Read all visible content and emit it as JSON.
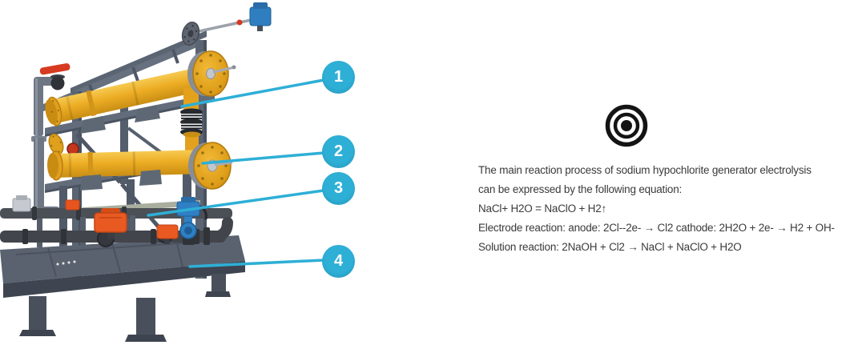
{
  "page": {
    "background": "#ffffff",
    "accent_color": "#2EAFD6",
    "text_color": "#3A3A3A"
  },
  "equipment": {
    "label": "Sodium hypochlorite generator skid with two yellow electrolyzer vessels",
    "vessel_color": "#E9A81F",
    "frame_color": "#5C6673",
    "pipe_color": "#45484E",
    "actuator_orange": "#E85A22",
    "instrument_blue": "#2F80C4",
    "valve_red": "#D6381F"
  },
  "callouts": {
    "color": "#2EAFD6",
    "items": [
      {
        "label": "1"
      },
      {
        "label": "2"
      },
      {
        "label": "3"
      },
      {
        "label": "4"
      }
    ]
  },
  "info": {
    "icon": "target-icon",
    "icon_color": "#141414",
    "lines": [
      "The main reaction process of sodium hypochlorite generator electrolysis",
      "can be expressed by the following equation:",
      "NaCl+ H2O = NaClO + H2↑",
      "Electrode reaction: anode: 2Cl--2e- → Cl2 cathode: 2H2O + 2e- → H2 + OH-",
      "Solution reaction: 2NaOH + Cl2 → NaCl + NaClO + H2O"
    ]
  }
}
